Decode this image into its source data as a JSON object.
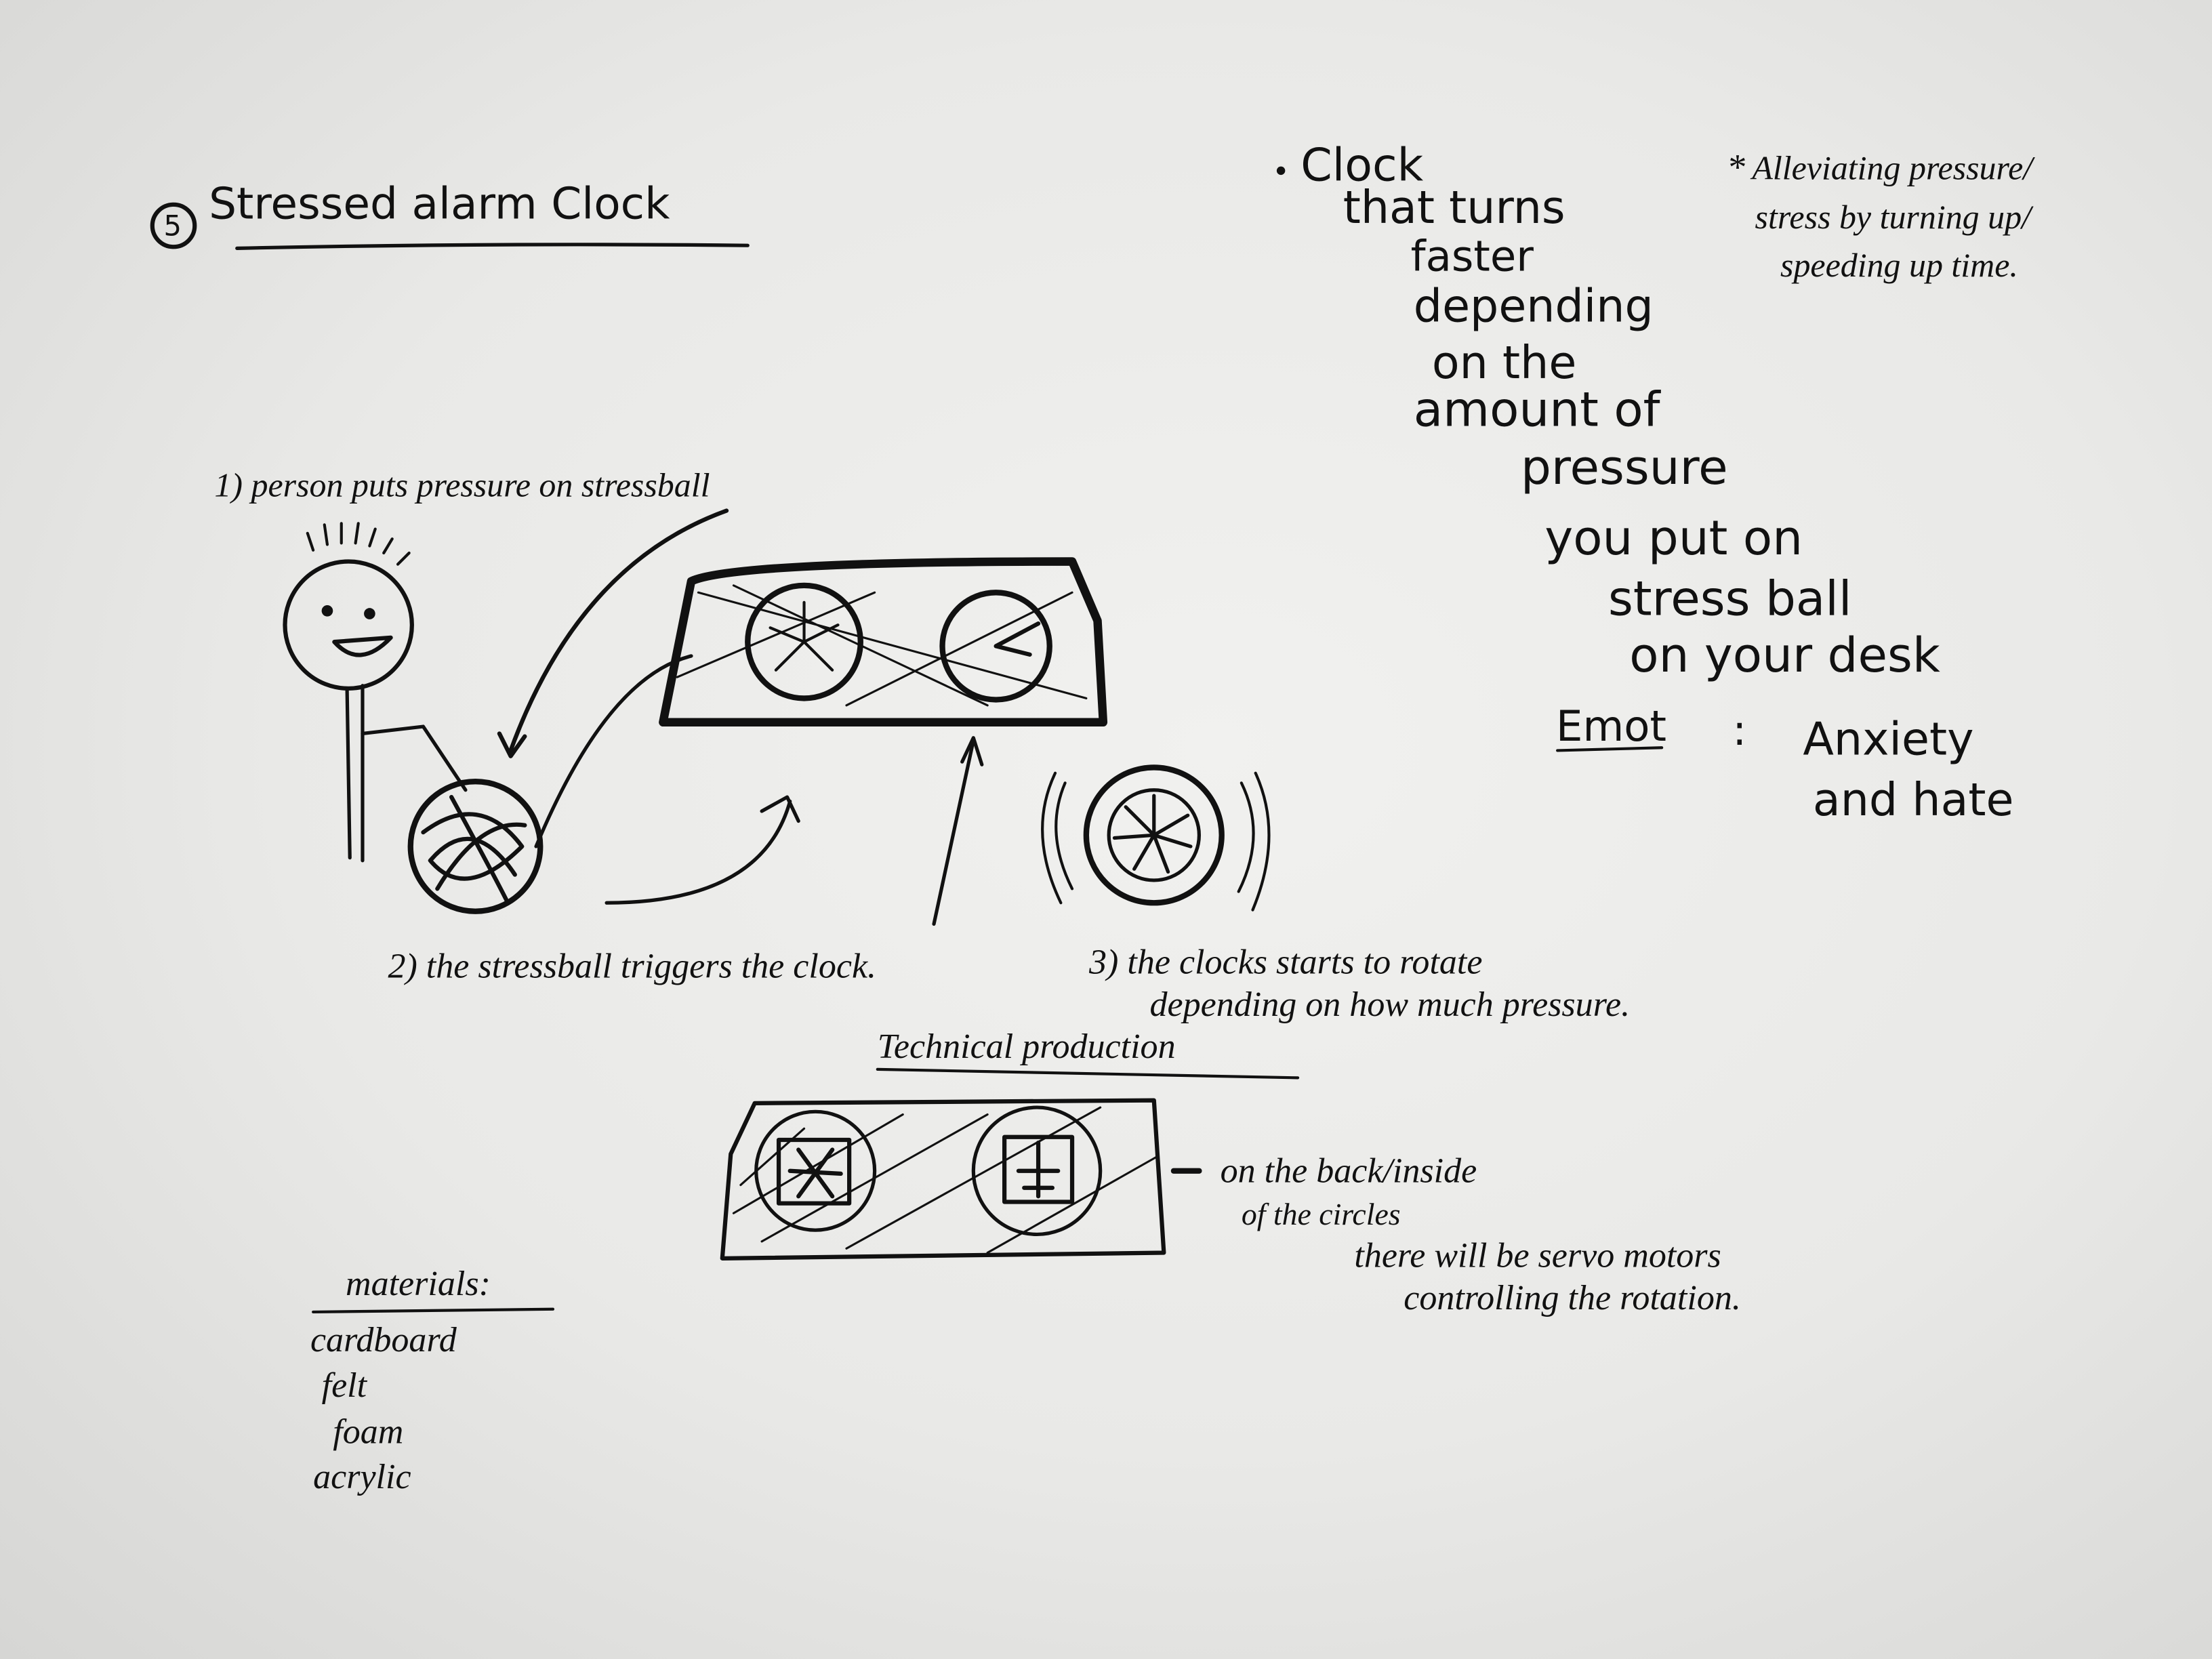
{
  "title": {
    "number": "5",
    "text": "Stressed alarm Clock"
  },
  "concept": {
    "lines": [
      "Clock",
      "that turns",
      "faster",
      "depending",
      "on the",
      "amount of",
      "pressure",
      "you put on",
      "stress ball",
      "on your desk"
    ],
    "emotion_label": "Emot",
    "emotion_value_lines": [
      "Anxiety",
      "and hate"
    ]
  },
  "side_note": {
    "lines": [
      "Alleviating pressure/",
      "stress by turning up/",
      "speeding up time."
    ]
  },
  "steps": [
    {
      "text": "1) person puts pressure on stressball"
    },
    {
      "text": "2) the stressball triggers the clock."
    },
    {
      "text_lines": [
        "3) the clocks starts to rotate",
        "depending on how much pressure."
      ]
    }
  ],
  "technical": {
    "heading": "Technical production",
    "note_lines": [
      "on the back/inside",
      "of the circles",
      "there will be servo motors",
      "controlling the rotation."
    ]
  },
  "materials": {
    "heading": "materials:",
    "items": [
      "cardboard",
      "felt",
      "foam",
      "acrylic"
    ]
  }
}
